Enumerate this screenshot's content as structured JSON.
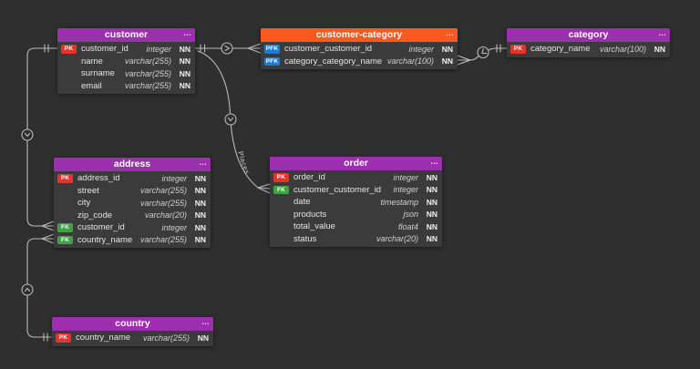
{
  "ui": {
    "table_menu_icon": "…"
  },
  "colors": {
    "background": "#2f2f2f",
    "table_body": "#3b3b3b",
    "purple_header": "#9c2fae",
    "orange_header": "#fa5a1e",
    "PK": "#e4342c",
    "FK": "#3ea440",
    "PFK": "#1d7ad2",
    "wire": "#b9b9b9"
  },
  "tables": {
    "customer": {
      "title": "customer",
      "header_color": "#9c2fae",
      "rows": [
        {
          "key": "PK",
          "name": "customer_id",
          "type": "integer",
          "nn": "NN"
        },
        {
          "key": null,
          "name": "name",
          "type": "varchar(255)",
          "nn": "NN"
        },
        {
          "key": null,
          "name": "surname",
          "type": "varchar(255)",
          "nn": "NN"
        },
        {
          "key": null,
          "name": "email",
          "type": "varchar(255)",
          "nn": "NN"
        }
      ]
    },
    "customer_category": {
      "title": "customer-category",
      "header_color": "#fa5a1e",
      "rows": [
        {
          "key": "PFK",
          "name": "customer_customer_id",
          "type": "integer",
          "nn": "NN"
        },
        {
          "key": "PFK",
          "name": "category_category_name",
          "type": "varchar(100)",
          "nn": "NN"
        }
      ]
    },
    "category": {
      "title": "category",
      "header_color": "#9c2fae",
      "rows": [
        {
          "key": "PK",
          "name": "category_name",
          "type": "varchar(100)",
          "nn": "NN"
        }
      ]
    },
    "address": {
      "title": "address",
      "header_color": "#9c2fae",
      "rows": [
        {
          "key": "PK",
          "name": "address_id",
          "type": "integer",
          "nn": "NN"
        },
        {
          "key": null,
          "name": "street",
          "type": "varchar(255)",
          "nn": "NN"
        },
        {
          "key": null,
          "name": "city",
          "type": "varchar(255)",
          "nn": "NN"
        },
        {
          "key": null,
          "name": "zip_code",
          "type": "varchar(20)",
          "nn": "NN"
        },
        {
          "key": "FK",
          "name": "customer_id",
          "type": "integer",
          "nn": "NN"
        },
        {
          "key": "FK",
          "name": "country_name",
          "type": "varchar(255)",
          "nn": "NN"
        }
      ]
    },
    "order": {
      "title": "order",
      "header_color": "#9c2fae",
      "rows": [
        {
          "key": "PK",
          "name": "order_id",
          "type": "integer",
          "nn": "NN"
        },
        {
          "key": "FK",
          "name": "customer_customer_id",
          "type": "integer",
          "nn": "NN"
        },
        {
          "key": null,
          "name": "date",
          "type": "timestamp",
          "nn": "NN"
        },
        {
          "key": null,
          "name": "products",
          "type": "json",
          "nn": "NN"
        },
        {
          "key": null,
          "name": "total_value",
          "type": "float4",
          "nn": "NN"
        },
        {
          "key": null,
          "name": "status",
          "type": "varchar(20)",
          "nn": "NN"
        }
      ]
    },
    "country": {
      "title": "country",
      "header_color": "#9c2fae",
      "rows": [
        {
          "key": "PK",
          "name": "country_name",
          "type": "varchar(255)",
          "nn": "NN"
        }
      ]
    }
  },
  "relationships": [
    {
      "from": "customer.customer_id",
      "to": "customer-category.customer_customer_id",
      "from_cardinality": "one",
      "to_cardinality": "many",
      "label": ""
    },
    {
      "from": "customer.customer_id",
      "to": "order.customer_customer_id",
      "from_cardinality": "one",
      "to_cardinality": "many",
      "label": "Places"
    },
    {
      "from": "category.category_name",
      "to": "customer-category.category_category_name",
      "from_cardinality": "one",
      "to_cardinality": "many",
      "label": ""
    },
    {
      "from": "customer.customer_id",
      "to": "address.customer_id",
      "from_cardinality": "one",
      "to_cardinality": "many",
      "label": ""
    },
    {
      "from": "country.country_name",
      "to": "address.country_name",
      "from_cardinality": "one",
      "to_cardinality": "many",
      "label": ""
    }
  ]
}
